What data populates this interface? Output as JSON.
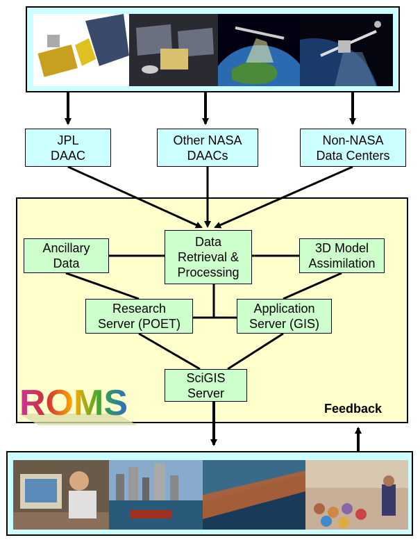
{
  "colors": {
    "top_panel_bg": "#ccffff",
    "roms_panel_bg": "#ffffcc",
    "data_center_box": "#ccffff",
    "process_box": "#ccffcc",
    "bottom_panel_bg": "#ccffff"
  },
  "satellites": [
    "satellite-image-1",
    "satellite-image-2",
    "satellite-image-3",
    "satellite-image-4"
  ],
  "data_centers": [
    {
      "line1": "JPL",
      "line2": "DAAC"
    },
    {
      "line1": "Other NASA",
      "line2": "DAACs"
    },
    {
      "line1": "Non-NASA",
      "line2": "Data Centers"
    }
  ],
  "nodes": {
    "ancillary": {
      "line1": "Ancillary",
      "line2": "Data"
    },
    "retrieval": {
      "line1": "Data",
      "line2": "Retrieval &",
      "line3": "Processing"
    },
    "model": {
      "line1": "3D Model",
      "line2": "Assimilation"
    },
    "research": {
      "line1": "Research",
      "line2": "Server (POET)"
    },
    "application": {
      "line1": "Application",
      "line2": "Server (GIS)"
    },
    "scigis": {
      "line1": "SciGIS",
      "line2": "Server"
    }
  },
  "logo": "ROMS",
  "feedback_label": "Feedback",
  "users": [
    "user-photo-computer",
    "user-photo-harbor",
    "user-photo-coastline",
    "user-photo-classroom"
  ]
}
